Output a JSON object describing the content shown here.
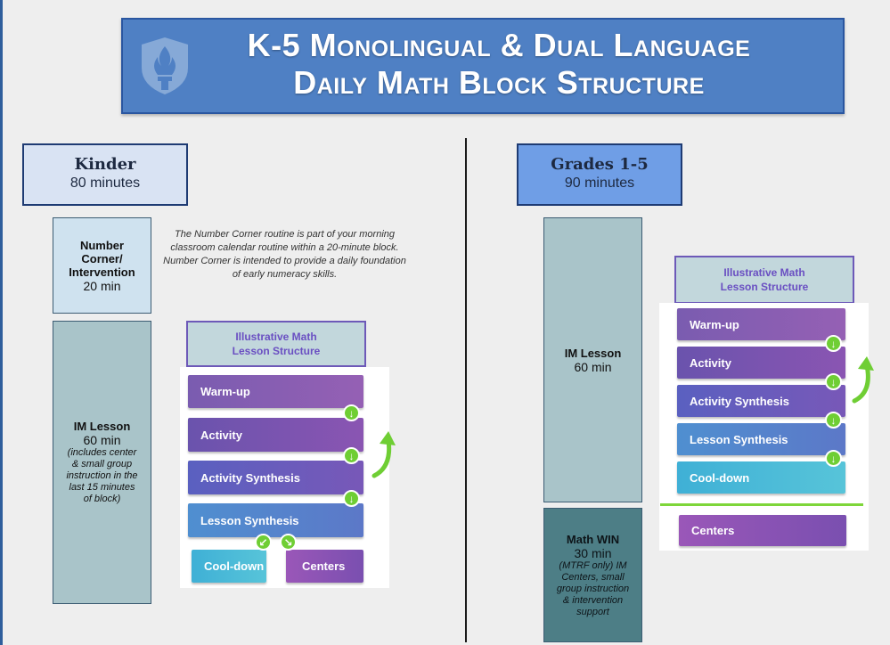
{
  "title": {
    "line1": "K-5 Monolingual & Dual Language",
    "line2": "Daily Math Block Structure"
  },
  "icons": {
    "logo": "torch-flame-shield-icon",
    "step": "arrow-down-icon",
    "loop": "curved-arrow-icon"
  },
  "colors": {
    "banner": "#4f80c4",
    "kinder_header": "#d9e3f3",
    "grades_header": "#6f9ee6",
    "accent_green": "#6fce34"
  },
  "kinder": {
    "header": {
      "title": "Kinder",
      "duration": "80 minutes"
    },
    "number_corner": {
      "title_line1": "Number",
      "title_line2": "Corner/",
      "title_line3": "Intervention",
      "time": "20 min"
    },
    "note": "The Number Corner routine is part of your morning classroom calendar routine within a 20-minute block. Number Corner is intended to provide a daily foundation of early numeracy skills.",
    "im_lesson": {
      "title": "IM Lesson",
      "time": "60 min",
      "note": "(includes center & small group instruction in the last 15 minutes of block)"
    },
    "im_structure": {
      "title_line1": "Illustrative Math",
      "title_line2": "Lesson Structure",
      "steps": [
        "Warm-up",
        "Activity",
        "Activity Synthesis",
        "Lesson Synthesis"
      ],
      "end_steps": [
        "Cool-down",
        "Centers"
      ]
    }
  },
  "grades": {
    "header": {
      "title": "Grades 1-5",
      "duration": "90 minutes"
    },
    "im_lesson": {
      "title": "IM Lesson",
      "time": "60 min"
    },
    "math_win": {
      "title": "Math WIN",
      "time": "30 min",
      "note": "(MTRF only) IM Centers, small group instruction & intervention support"
    },
    "im_structure": {
      "title_line1": "Illustrative Math",
      "title_line2": "Lesson Structure",
      "steps": [
        "Warm-up",
        "Activity",
        "Activity Synthesis",
        "Lesson Synthesis",
        "Cool-down"
      ],
      "extra": "Centers"
    }
  }
}
